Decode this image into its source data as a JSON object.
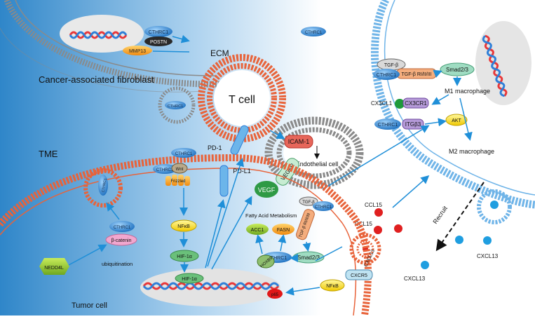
{
  "regions": {
    "ecm": "ECM",
    "tme": "TME",
    "caf": "Cancer-associated fibroblast",
    "tcell": "T cell",
    "tumor": "Tumor cell",
    "endothelial": "Endothelial cell",
    "m1": "M1 macrophage",
    "m2": "M2 macrophage"
  },
  "molecules": {
    "cthrc1": "CTHRC1",
    "postn": "POSTN",
    "mmp13": "MMP13",
    "pd1": "PD-1",
    "pdl1": "PD-L1",
    "icam1": "ICAM-1",
    "vegf": "VEGF",
    "vegfr": "VEGFR",
    "wnt": "Wnt",
    "frizzled": "Frizzled",
    "nfkb": "NFκB",
    "hif1a": "HIF-1α",
    "bcatenin": "β-catenin",
    "nedd4l": "NEDD4L",
    "ubiquitination": "ubiquitination",
    "fam": "Fatty Acid Metabolism",
    "acc1": "ACC1",
    "fasn": "FASN",
    "hoxb9": "HOXB9",
    "smad23": "Smad2/3",
    "tgfb": "TGF-β",
    "tgfbr": "TGF-β RI/II/III",
    "tgfbr_short": "TGF-β RI/II/III",
    "cx3cl1": "CX3CL1",
    "cx3cr1": "CX3CR1",
    "itgb3": "ITGβ3",
    "akt": "AKT",
    "ccl15": "CCL15",
    "cxcl13": "CXCL13",
    "cxcr5": "CXCR5",
    "p65": "p65",
    "recruit": "Recruit"
  },
  "colors": {
    "cthrc1": "#3c8fd8",
    "membrane_orange": "#e8633a",
    "membrane_blue": "#6fb4e8",
    "membrane_grey": "#9a9a9a",
    "arrow": "#1f8fd8",
    "ccl15_dot": "#e02020",
    "cxcl13_dot": "#1f9ee0"
  }
}
